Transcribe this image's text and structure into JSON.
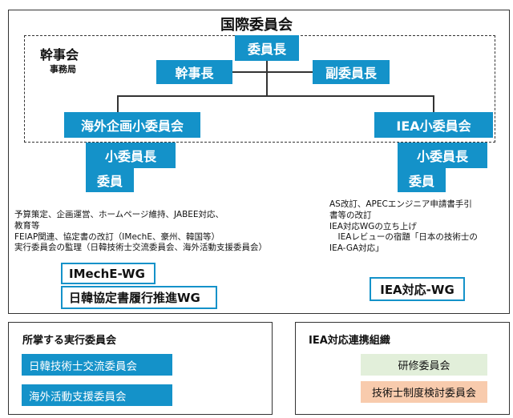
{
  "title": "国際委員会",
  "kanji_group": {
    "label": "幹事会",
    "sub": "事務局"
  },
  "chair": "委員長",
  "secretary_general": "幹事長",
  "vice_chair": "副委員長",
  "left_sub": {
    "name": "海外企画小委員会",
    "chair": "小委員長",
    "member": "委員"
  },
  "right_sub": {
    "name": "IEA小委員会",
    "chair": "小委員長",
    "member": "委員"
  },
  "left_desc": "予算策定、企画運営、ホームページ維持、JABEE対応、\n教育等\nFEIAP関連、協定書の改訂（IMechE、豪州、韓国等）\n実行委員会の監理（日韓技術士交流委員会、海外活動支援委員会）",
  "right_desc": "AS改訂、APECエンジニア申請書手引\n書等の改訂\nIEA対応WGの立ち上げ\n　IEAレビューの宿題「日本の技術士の\nIEA-GA対応」",
  "wg": {
    "imeche": "IMechE-WG",
    "korea": "日韓協定書履行推進WG",
    "iea": "IEA対応-WG"
  },
  "exec_committees": {
    "title": "所掌する実行委員会",
    "items": [
      "日韓技術士交流委員会",
      "海外活動支援委員会"
    ]
  },
  "iea_org": {
    "title": "IEA対応連携組織",
    "items": [
      "研修委員会",
      "技術士制度検討委員会"
    ]
  },
  "colors": {
    "box_blue": "#1492c9",
    "green": "#e2efda",
    "peach": "#f8cbad"
  }
}
